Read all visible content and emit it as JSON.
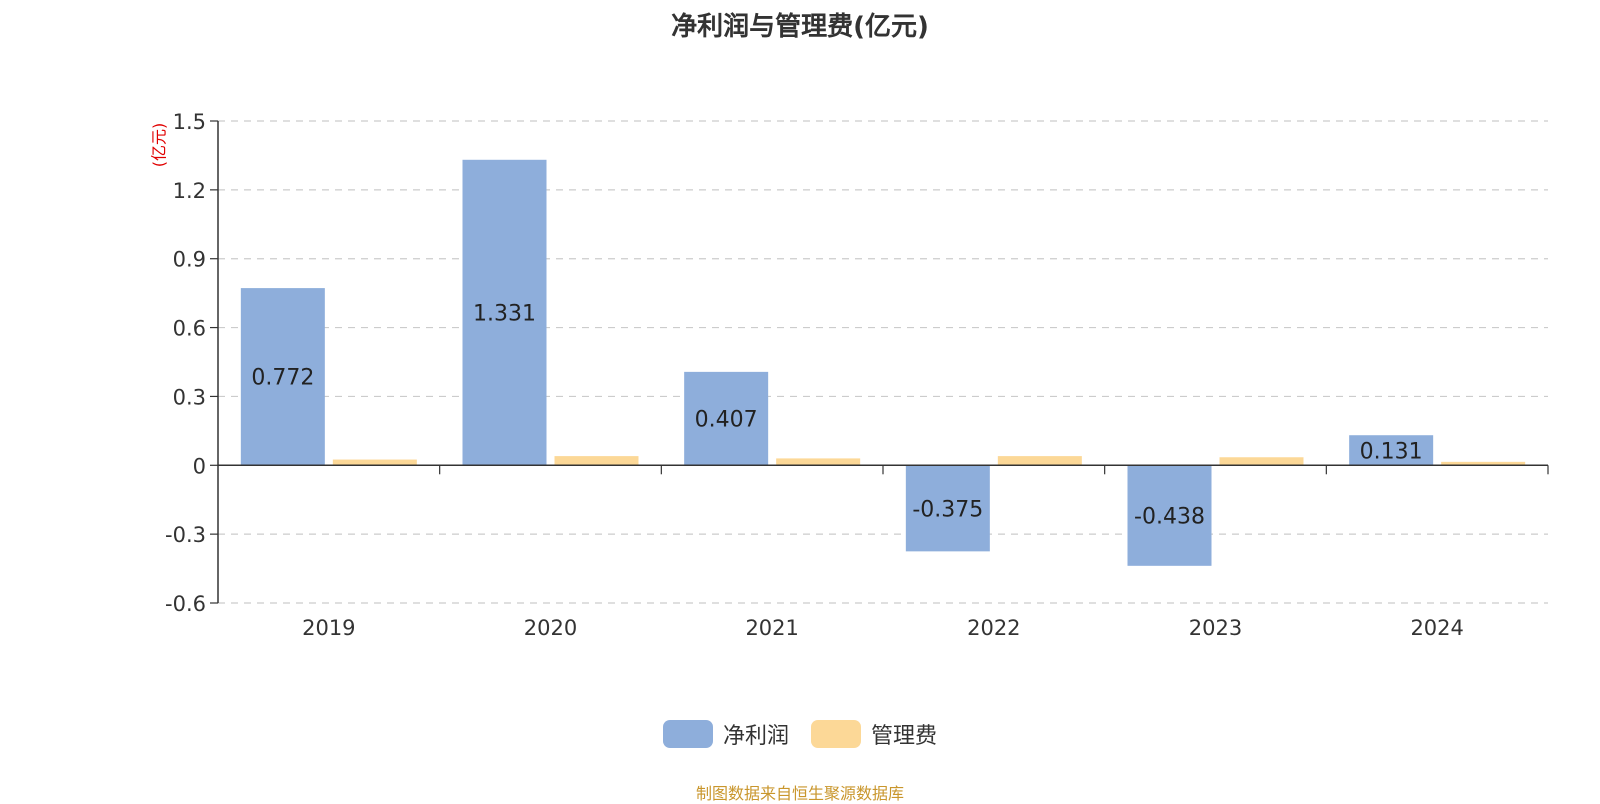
{
  "chart_data": {
    "type": "bar",
    "title": "净利润与管理费(亿元)",
    "ylabel": "(亿元)",
    "xlabel": "",
    "categories": [
      "2019",
      "2020",
      "2021",
      "2022",
      "2023",
      "2024"
    ],
    "series": [
      {
        "name": "净利润",
        "color": "#8eaedb",
        "values": [
          0.772,
          1.331,
          0.407,
          -0.375,
          -0.438,
          0.131
        ],
        "labels": [
          "0.772",
          "1.331",
          "0.407",
          "-0.375",
          "-0.438",
          "0.131"
        ]
      },
      {
        "name": "管理费",
        "color": "#fcd897",
        "values": [
          0.025,
          0.04,
          0.03,
          0.04,
          0.035,
          0.015
        ]
      }
    ],
    "ylim": [
      -0.6,
      1.5
    ],
    "yticks": [
      -0.6,
      -0.3,
      0,
      0.3,
      0.6,
      0.9,
      1.2,
      1.5
    ],
    "ytick_labels": [
      "-0.6",
      "-0.3",
      "0",
      "0.3",
      "0.6",
      "0.9",
      "1.2",
      "1.5"
    ],
    "grid": true,
    "legend_position": "bottom-center"
  },
  "source_note": "制图数据来自恒生聚源数据库"
}
